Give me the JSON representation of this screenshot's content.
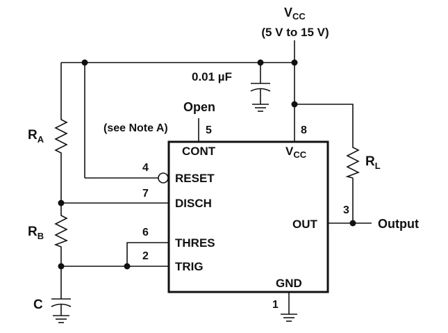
{
  "supply": {
    "vcc_main": "V",
    "vcc_sub": "CC",
    "range": "(5 V to 15 V)"
  },
  "components": {
    "ra_main": "R",
    "ra_sub": "A",
    "rb_main": "R",
    "rb_sub": "B",
    "c_label": "C",
    "rl_main": "R",
    "rl_sub": "L",
    "cap_value": "0.01 µF"
  },
  "notes": {
    "open": "Open",
    "see_note": "(see Note A)",
    "output": "Output"
  },
  "chip": {
    "pin_labels": {
      "cont": "CONT",
      "reset": "RESET",
      "disch": "DISCH",
      "thres": "THRES",
      "trig": "TRIG",
      "vcc_main": "V",
      "vcc_sub": "CC",
      "out": "OUT",
      "gnd": "GND"
    },
    "pin_numbers": {
      "cont": "5",
      "vcc": "8",
      "reset": "4",
      "disch": "7",
      "thres": "6",
      "trig": "2",
      "out": "3",
      "gnd": "1"
    }
  }
}
